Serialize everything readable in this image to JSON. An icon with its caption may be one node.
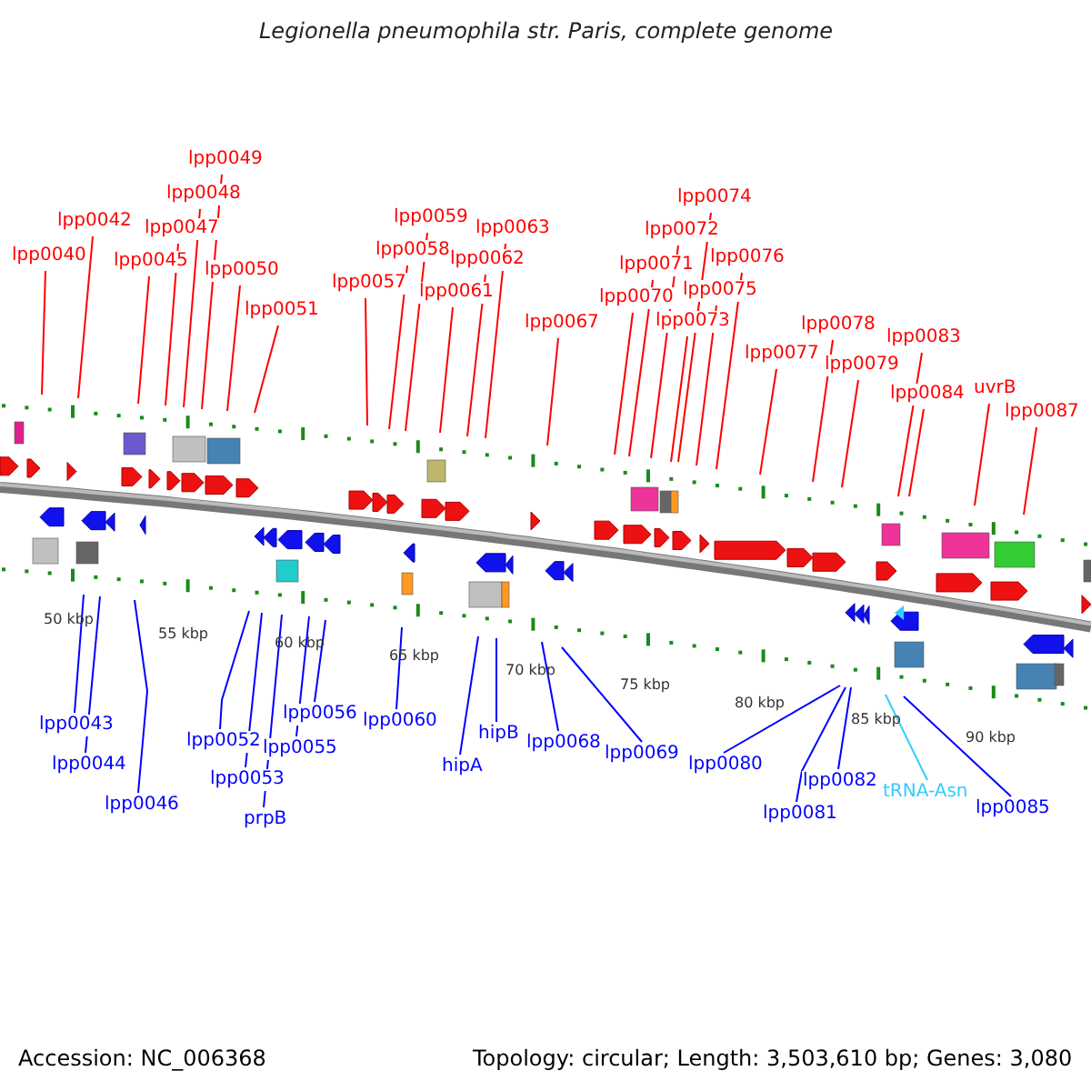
{
  "diagram": {
    "title": "Legionella pneumophila str. Paris, complete genome",
    "nodes": [
      {
        "text": [
          "lpp0040"
        ]
      },
      {
        "text": [
          "lpp0042"
        ]
      },
      {
        "text": [
          "lpp0045"
        ]
      },
      {
        "text": [
          "lpp0047"
        ]
      },
      {
        "text": [
          "lpp0048"
        ]
      },
      {
        "text": [
          "lpp0049"
        ]
      },
      {
        "text": [
          "lpp0050"
        ]
      },
      {
        "text": [
          "lpp0051"
        ]
      },
      {
        "text": [
          "lpp0057"
        ]
      },
      {
        "text": [
          "lpp0058"
        ]
      },
      {
        "text": [
          "lpp0059"
        ]
      },
      {
        "text": [
          "lpp0061"
        ]
      },
      {
        "text": [
          "lpp0062"
        ]
      },
      {
        "text": [
          "lpp0063"
        ]
      },
      {
        "text": [
          "lpp0067"
        ]
      },
      {
        "text": [
          "lpp0070"
        ]
      },
      {
        "text": [
          "lpp0071"
        ]
      },
      {
        "text": [
          "lpp0072"
        ]
      },
      {
        "text": [
          "lpp0073"
        ]
      },
      {
        "text": [
          "lpp0074"
        ]
      },
      {
        "text": [
          "lpp0075"
        ]
      },
      {
        "text": [
          "lpp0076"
        ]
      },
      {
        "text": [
          "lpp0077"
        ]
      },
      {
        "text": [
          "lpp0078"
        ]
      },
      {
        "text": [
          "lpp0079"
        ]
      },
      {
        "text": [
          "lpp0083"
        ]
      },
      {
        "text": [
          "lpp0084"
        ]
      },
      {
        "text": [
          "uvrB"
        ]
      },
      {
        "text": [
          "lpp0087"
        ]
      },
      {
        "text": [
          "lpp0043"
        ]
      },
      {
        "text": [
          "lpp0044"
        ]
      },
      {
        "text": [
          "lpp0046"
        ]
      },
      {
        "text": [
          "lpp0052"
        ]
      },
      {
        "text": [
          "lpp0053"
        ]
      },
      {
        "text": [
          "prpB"
        ]
      },
      {
        "text": [
          "lpp0055"
        ]
      },
      {
        "text": [
          "lpp0056"
        ]
      },
      {
        "text": [
          "lpp0060"
        ]
      },
      {
        "text": [
          "hipA"
        ]
      },
      {
        "text": [
          "hipB"
        ]
      },
      {
        "text": [
          "lpp0068"
        ]
      },
      {
        "text": [
          "lpp0069"
        ]
      },
      {
        "text": [
          "lpp0080"
        ]
      },
      {
        "text": [
          "lpp0081"
        ]
      },
      {
        "text": [
          "lpp0082"
        ]
      },
      {
        "text": [
          "tRNA-Asn"
        ]
      },
      {
        "text": [
          "lpp0085"
        ]
      }
    ],
    "edges": [
      {
        "from": 0,
        "to": null,
        "arrow": "none"
      },
      {
        "from": 1,
        "to": null,
        "arrow": "none"
      },
      {
        "from": 2,
        "to": null,
        "arrow": "none"
      },
      {
        "from": 3,
        "to": null,
        "arrow": "none"
      },
      {
        "from": 4,
        "to": null,
        "arrow": "none"
      },
      {
        "from": 5,
        "to": null,
        "arrow": "none"
      },
      {
        "from": 6,
        "to": null,
        "arrow": "none"
      },
      {
        "from": 7,
        "to": null,
        "arrow": "none"
      },
      {
        "from": 8,
        "to": null,
        "arrow": "none"
      },
      {
        "from": 9,
        "to": null,
        "arrow": "none"
      },
      {
        "from": 10,
        "to": null,
        "arrow": "none"
      },
      {
        "from": 11,
        "to": null,
        "arrow": "none"
      },
      {
        "from": 12,
        "to": null,
        "arrow": "none"
      },
      {
        "from": 13,
        "to": null,
        "arrow": "none"
      },
      {
        "from": 14,
        "to": null,
        "arrow": "none"
      },
      {
        "from": 15,
        "to": null,
        "arrow": "none"
      },
      {
        "from": 16,
        "to": null,
        "arrow": "none"
      },
      {
        "from": 17,
        "to": null,
        "arrow": "none"
      },
      {
        "from": 18,
        "to": null,
        "arrow": "none"
      },
      {
        "from": 19,
        "to": null,
        "arrow": "none"
      },
      {
        "from": 20,
        "to": null,
        "arrow": "none"
      },
      {
        "from": 21,
        "to": null,
        "arrow": "none"
      },
      {
        "from": 22,
        "to": null,
        "arrow": "none"
      },
      {
        "from": 23,
        "to": null,
        "arrow": "none"
      },
      {
        "from": 24,
        "to": null,
        "arrow": "none"
      },
      {
        "from": 25,
        "to": null,
        "arrow": "none"
      },
      {
        "from": 26,
        "to": null,
        "arrow": "none"
      },
      {
        "from": 27,
        "to": null,
        "arrow": "none"
      },
      {
        "from": 28,
        "to": null,
        "arrow": "none"
      },
      {
        "from": 29,
        "to": null,
        "arrow": "none",
        "color": "#0000ff"
      },
      {
        "from": 30,
        "to": null,
        "arrow": "none",
        "color": "#0000ff"
      },
      {
        "from": 31,
        "to": null,
        "arrow": "none",
        "color": "#0000ff"
      },
      {
        "from": 32,
        "to": null,
        "arrow": "none",
        "color": "#0000ff"
      },
      {
        "from": 33,
        "to": null,
        "arrow": "none",
        "color": "#0000ff"
      },
      {
        "from": 34,
        "to": null,
        "arrow": "none",
        "color": "#0000ff"
      },
      {
        "from": 35,
        "to": null,
        "arrow": "none",
        "color": "#0000ff"
      },
      {
        "from": 36,
        "to": null,
        "arrow": "none",
        "color": "#0000ff"
      },
      {
        "from": 37,
        "to": null,
        "arrow": "none",
        "color": "#0000ff"
      },
      {
        "from": 38,
        "to": null,
        "arrow": "none",
        "color": "#0000ff"
      },
      {
        "from": 39,
        "to": null,
        "arrow": "none",
        "color": "#0000ff"
      },
      {
        "from": 40,
        "to": null,
        "arrow": "none",
        "color": "#0000ff"
      },
      {
        "from": 41,
        "to": null,
        "arrow": "none",
        "color": "#0000ff"
      },
      {
        "from": 42,
        "to": null,
        "arrow": "none",
        "color": "#0000ff"
      },
      {
        "from": 43,
        "to": null,
        "arrow": "none",
        "color": "#0000ff"
      },
      {
        "from": 44,
        "to": null,
        "arrow": "none",
        "color": "#0000ff"
      },
      {
        "from": 45,
        "to": null,
        "arrow": "none",
        "color": "#33ccff"
      },
      {
        "from": 46,
        "to": null,
        "arrow": "none",
        "color": "#0000ff"
      }
    ],
    "labels": [
      "50 kbp",
      "55 kbp",
      "60 kbp",
      "65 kbp",
      "70 kbp",
      "75 kbp",
      "80 kbp",
      "85 kbp",
      "90 kbp",
      "Accession: NC_006368",
      "Topology: circular; Length: 3,503,610 bp; Genes: 3,080"
    ]
  }
}
